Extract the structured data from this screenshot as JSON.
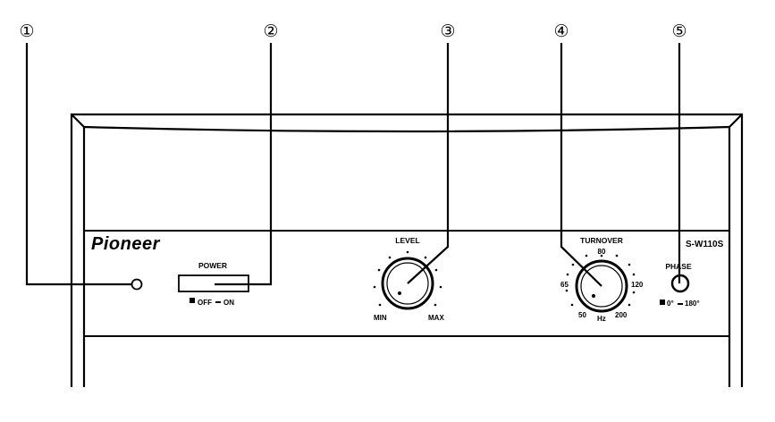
{
  "callouts": [
    {
      "number": "①",
      "target": "power-indicator"
    },
    {
      "number": "②",
      "target": "power-switch"
    },
    {
      "number": "③",
      "target": "level-knob"
    },
    {
      "number": "④",
      "target": "turnover-knob"
    },
    {
      "number": "⑤",
      "target": "phase-switch"
    }
  ],
  "panel": {
    "brand": "Pioneer",
    "model": "S-W110S",
    "power": {
      "label": "POWER",
      "off_label": "OFF",
      "on_label": "ON"
    },
    "level": {
      "label": "LEVEL",
      "min_label": "MIN",
      "max_label": "MAX"
    },
    "turnover": {
      "label": "TURNOVER",
      "unit": "Hz",
      "marks": [
        "50",
        "65",
        "80",
        "120",
        "200"
      ]
    },
    "phase": {
      "label": "PHASE",
      "option_a": "0°",
      "option_b": "180°"
    }
  },
  "colors": {
    "line": "#000000",
    "background": "#ffffff"
  }
}
